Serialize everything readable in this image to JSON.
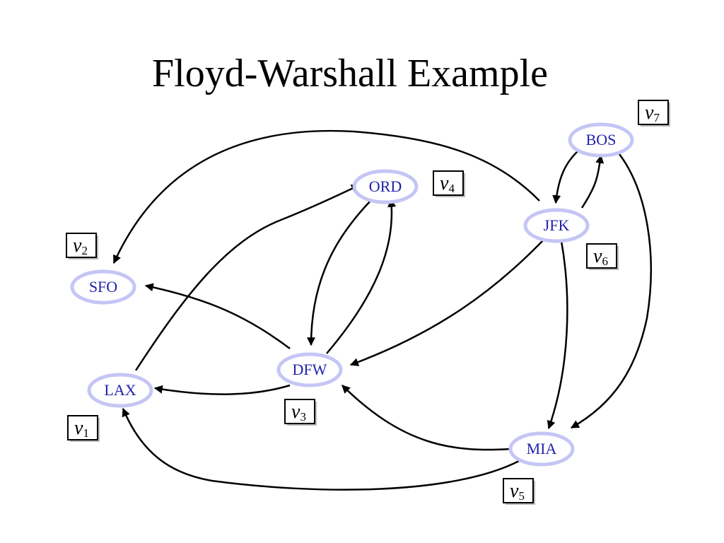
{
  "title": "Floyd-Warshall Example",
  "colors": {
    "node_fill": "#ffffff",
    "node_stroke": "#c5c5f5",
    "node_text": "#2222aa",
    "edge": "#000000"
  },
  "nodes": [
    {
      "id": "LAX",
      "label": "LAX",
      "vertex": "v",
      "sub": "1"
    },
    {
      "id": "SFO",
      "label": "SFO",
      "vertex": "v",
      "sub": "2"
    },
    {
      "id": "DFW",
      "label": "DFW",
      "vertex": "v",
      "sub": "3"
    },
    {
      "id": "ORD",
      "label": "ORD",
      "vertex": "v",
      "sub": "4"
    },
    {
      "id": "MIA",
      "label": "MIA",
      "vertex": "v",
      "sub": "5"
    },
    {
      "id": "JFK",
      "label": "JFK",
      "vertex": "v",
      "sub": "6"
    },
    {
      "id": "BOS",
      "label": "BOS",
      "vertex": "v",
      "sub": "7"
    }
  ],
  "edges": [
    {
      "from": "JFK",
      "to": "SFO"
    },
    {
      "from": "LAX",
      "to": "ORD"
    },
    {
      "from": "ORD",
      "to": "DFW"
    },
    {
      "from": "DFW",
      "to": "ORD"
    },
    {
      "from": "DFW",
      "to": "SFO"
    },
    {
      "from": "DFW",
      "to": "LAX"
    },
    {
      "from": "JFK",
      "to": "DFW"
    },
    {
      "from": "BOS",
      "to": "JFK"
    },
    {
      "from": "JFK",
      "to": "BOS"
    },
    {
      "from": "JFK",
      "to": "MIA"
    },
    {
      "from": "BOS",
      "to": "MIA"
    },
    {
      "from": "MIA",
      "to": "DFW"
    },
    {
      "from": "MIA",
      "to": "LAX"
    }
  ]
}
